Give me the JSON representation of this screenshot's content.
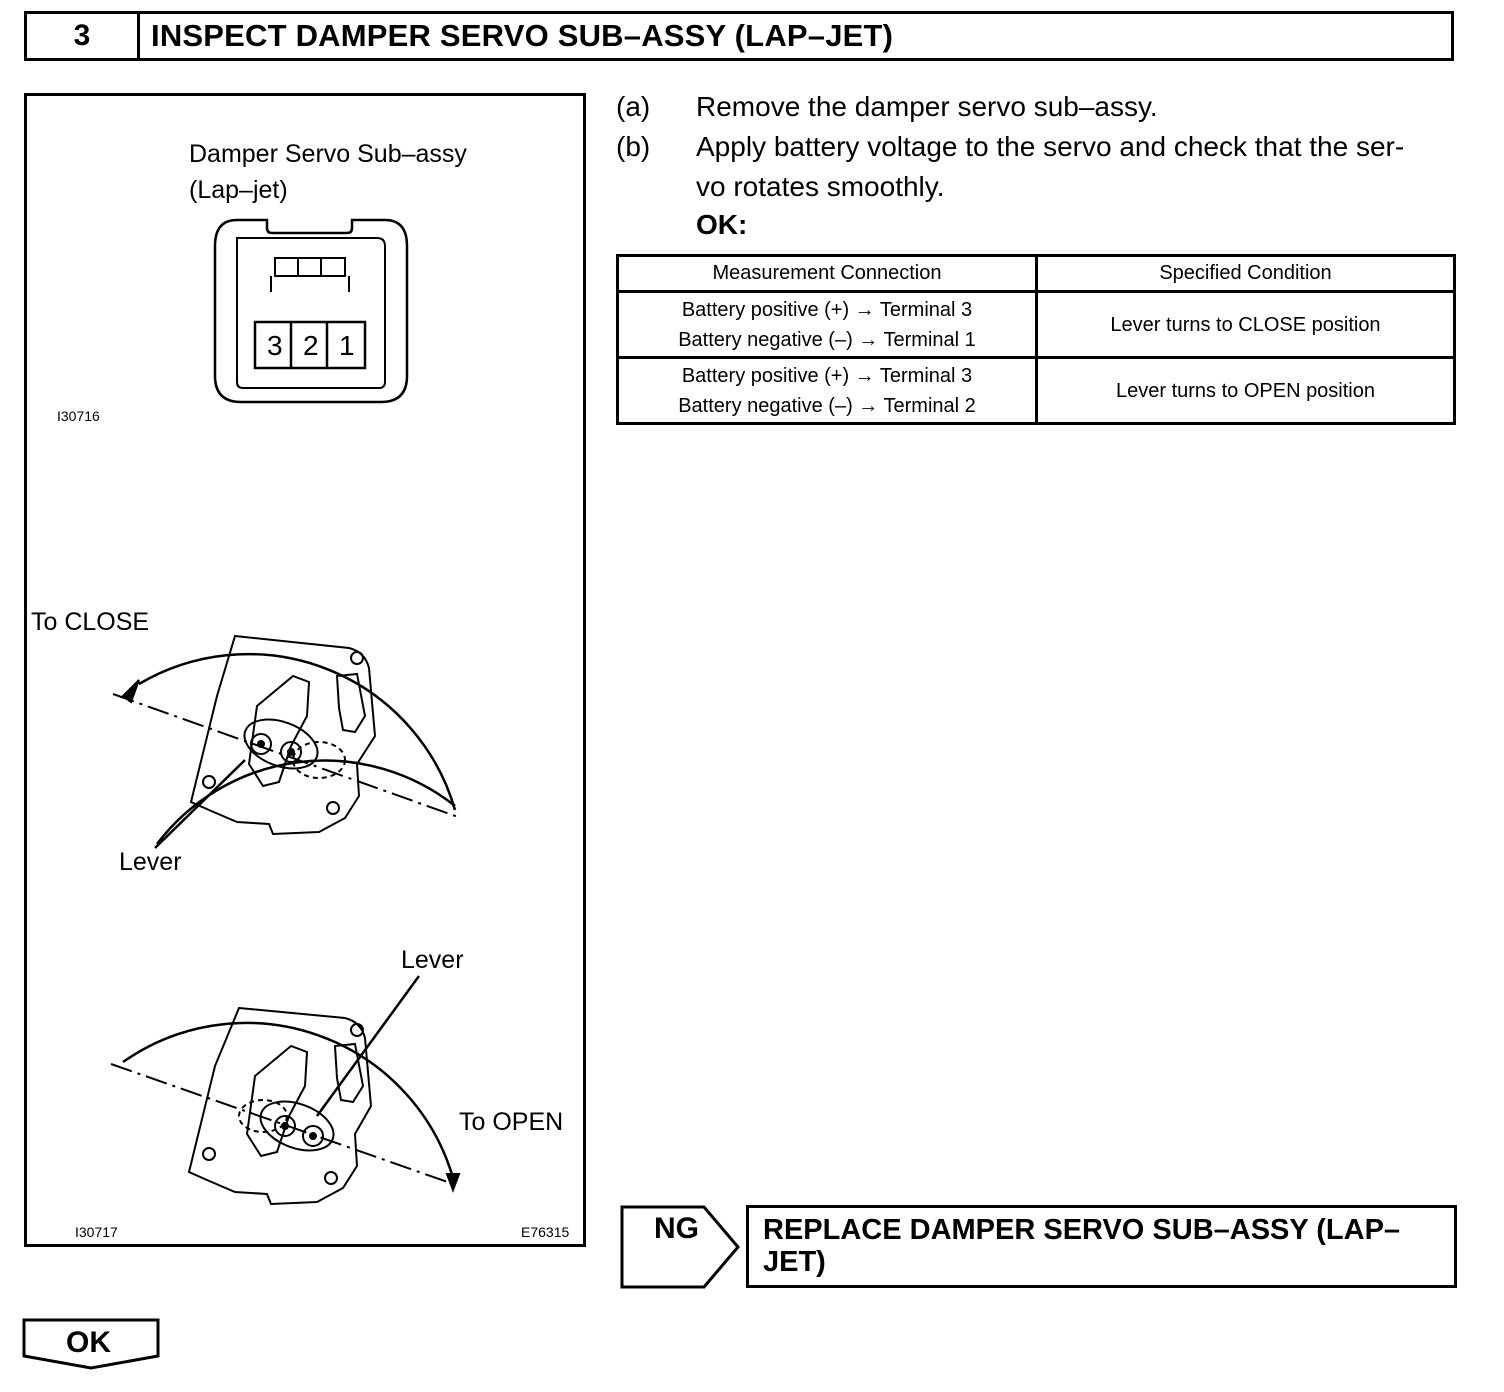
{
  "header": {
    "step_number": "3",
    "title": "INSPECT DAMPER SERVO SUB–ASSY (LAP–JET)"
  },
  "figure": {
    "connector_title_line1": "Damper Servo Sub–assy",
    "connector_title_line2": "(Lap–jet)",
    "terminals": [
      "3",
      "2",
      "1"
    ],
    "code_top": "I30716",
    "label_to_close": "To CLOSE",
    "label_lever_1": "Lever",
    "label_lever_2": "Lever",
    "label_to_open": "To OPEN",
    "code_bottom_left": "I30717",
    "code_bottom_right": "E76315"
  },
  "steps": [
    {
      "letter": "(a)",
      "text": "Remove the damper servo sub–assy."
    },
    {
      "letter": "(b)",
      "text_line1": "Apply battery voltage to the servo and check that the ser-",
      "text_line2": "vo rotates smoothly."
    }
  ],
  "ok_label": "OK:",
  "table": {
    "headers": [
      "Measurement Connection",
      "Specified Condition"
    ],
    "rows": [
      {
        "line1": "Battery positive (+) → Terminal 3",
        "line2": "Battery negative (–) → Terminal 1",
        "condition": "Lever turns to CLOSE position"
      },
      {
        "line1": "Battery positive (+) → Terminal 3",
        "line2": "Battery negative (–) → Terminal 2",
        "condition": "Lever turns to OPEN position"
      }
    ]
  },
  "ng": {
    "label": "NG",
    "action": "REPLACE DAMPER SERVO SUB–ASSY (LAP–JET)"
  },
  "ok_button": {
    "label": "OK"
  }
}
